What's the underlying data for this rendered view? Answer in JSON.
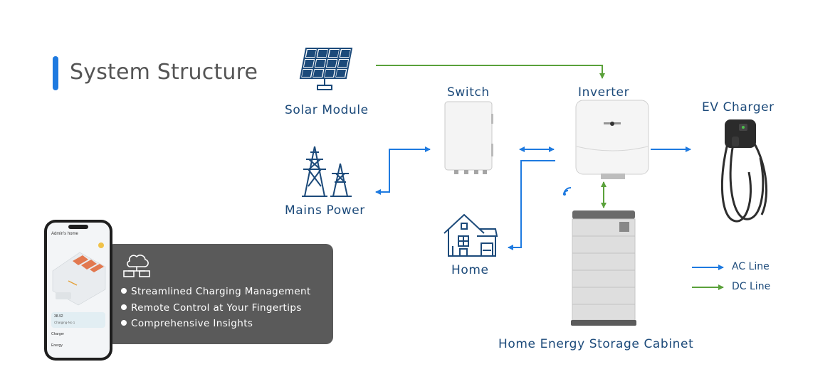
{
  "title": "System Structure",
  "nodes": {
    "solar": "Solar Module",
    "mains": "Mains Power",
    "switch": "Switch",
    "inverter": "Inverter",
    "ev": "EV Charger",
    "home": "Home",
    "cabinet": "Home Energy Storage Cabinet"
  },
  "legend": {
    "ac": "AC Line",
    "dc": "DC Line",
    "ac_color": "#1e7ae0",
    "dc_color": "#5aa13a"
  },
  "features": [
    "Streamlined Charging Management",
    "Remote Control at Your Fingertips",
    "Comprehensive Insights"
  ],
  "phone": {
    "header": "Admin's home",
    "stat_value": "38.92",
    "stat_label": "Charging-No 1",
    "menu_1": "Charger",
    "menu_2": "Energy"
  },
  "icons": {
    "solar": "solar-panel-icon",
    "mains": "power-tower-icon",
    "home": "house-icon",
    "wifi": "wifi-icon",
    "network": "network-devices-icon"
  }
}
